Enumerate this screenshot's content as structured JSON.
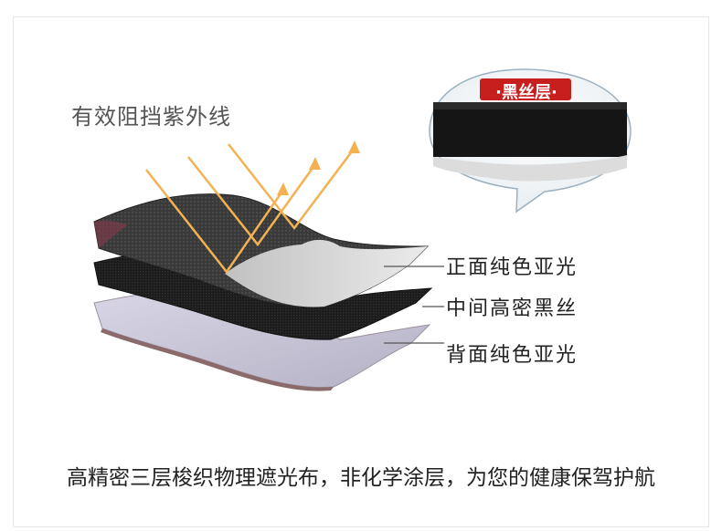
{
  "headline": "有效阻挡紫外线",
  "bubble": {
    "title": "·黑丝层·"
  },
  "layers": {
    "front": "正面纯色亚光",
    "middle": "中间高密黑丝",
    "back": "背面纯色亚光"
  },
  "caption": "高精密三层梭织物理遮光布，非化学涂层，为您的健康保驾护航",
  "colors": {
    "arrow": "#f3b252",
    "bubble_title_bg": "#c71e1e",
    "front_layer": "#3b3b3b",
    "middle_layer": "#1f1f1f",
    "back_layer": "#c8c6d6"
  }
}
